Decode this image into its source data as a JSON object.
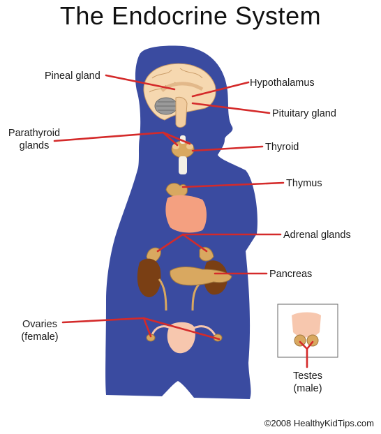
{
  "title": "The Endocrine System",
  "labels": {
    "pineal": "Pineal gland",
    "hypothalamus": "Hypothalamus",
    "pituitary": "Pituitary gland",
    "parathyroid_line1": "Parathyroid",
    "parathyroid_line2": "glands",
    "thyroid": "Thyroid",
    "thymus": "Thymus",
    "adrenal": "Adrenal glands",
    "pancreas": "Pancreas",
    "ovaries_line1": "Ovaries",
    "ovaries_line2": "(female)",
    "testes_line1": "Testes",
    "testes_line2": "(male)"
  },
  "copyright": "©2008 HealthyKidTips.com",
  "colors": {
    "body_silhouette": "#3a4ba0",
    "leader_line": "#d42a2a",
    "gland_tan": "#d9a860",
    "heart": "#f4a080",
    "kidney": "#7a3f14",
    "brain": "#f6d8b0"
  }
}
